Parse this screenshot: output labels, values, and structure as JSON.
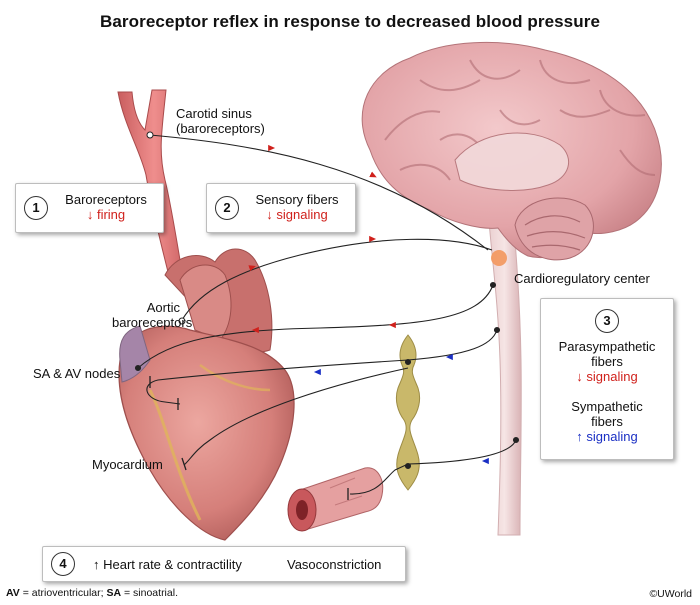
{
  "title": "Baroreceptor reflex in response to decreased blood pressure",
  "labels": {
    "carotid_sinus_line1": "Carotid sinus",
    "carotid_sinus_line2": "(baroreceptors)",
    "aortic_line1": "Aortic",
    "aortic_line2": "baroreceptors",
    "sa_av": "SA & AV nodes",
    "myocardium": "Myocardium",
    "cardioregulatory": "Cardioregulatory center"
  },
  "boxes": {
    "box1": {
      "number": "1",
      "line1": "Baroreceptors",
      "line2": "↓ firing"
    },
    "box2": {
      "number": "2",
      "line1": "Sensory fibers",
      "line2": "↓ signaling"
    },
    "box3": {
      "number": "3",
      "para_line1": "Parasympathetic",
      "para_line2": "fibers",
      "para_line3": "↓ signaling",
      "symp_line1": "Sympathetic",
      "symp_line2": "fibers",
      "symp_line3": "↑ signaling"
    },
    "box4": {
      "number": "4",
      "effect1": "↑ Heart rate & contractility",
      "effect2": "Vasoconstriction"
    }
  },
  "footer": {
    "av_abbr": "AV",
    "av_text": " = atrioventricular; ",
    "sa_abbr": "SA",
    "sa_text": " = sinoatrial."
  },
  "credit": "©UWorld",
  "colors": {
    "decrease": "#d0211c",
    "increase": "#1a2fc4",
    "brain": "#e3a9ad",
    "heart": "#d98a86",
    "artery": "#e07a78",
    "ganglion": "#c9b86a"
  }
}
